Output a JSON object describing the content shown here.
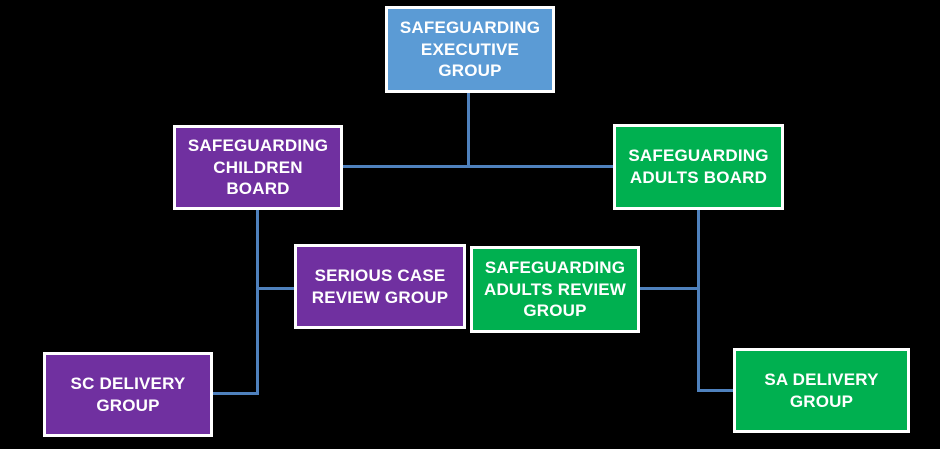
{
  "colors": {
    "background": "#000000",
    "connector": "#4f81bd",
    "node_border": "#ffffff",
    "node_text": "#ffffff",
    "executive_blue": "#5b9bd5",
    "children_purple": "#7030a0",
    "adults_green": "#00b050"
  },
  "diagram": {
    "type": "org-chart",
    "nodes": [
      {
        "id": "seg",
        "label": "SAFEGUARDING EXECUTIVE GROUP",
        "color": "#5b9bd5"
      },
      {
        "id": "scb",
        "label": "SAFEGUARDING CHILDREN BOARD",
        "color": "#7030a0"
      },
      {
        "id": "sab",
        "label": "SAFEGUARDING ADULTS BOARD",
        "color": "#00b050"
      },
      {
        "id": "scrg",
        "label": "SERIOUS CASE REVIEW GROUP",
        "color": "#7030a0"
      },
      {
        "id": "sarg",
        "label": "SAFEGUARDING ADULTS REVIEW GROUP",
        "color": "#00b050"
      },
      {
        "id": "scdg",
        "label": "SC DELIVERY GROUP",
        "color": "#7030a0"
      },
      {
        "id": "sadg",
        "label": "SA DELIVERY GROUP",
        "color": "#00b050"
      }
    ],
    "edges": [
      {
        "from": "seg",
        "to": "scb"
      },
      {
        "from": "seg",
        "to": "sab"
      },
      {
        "from": "scb",
        "to": "scrg"
      },
      {
        "from": "scb",
        "to": "scdg"
      },
      {
        "from": "sab",
        "to": "sarg"
      },
      {
        "from": "sab",
        "to": "sadg"
      }
    ]
  }
}
